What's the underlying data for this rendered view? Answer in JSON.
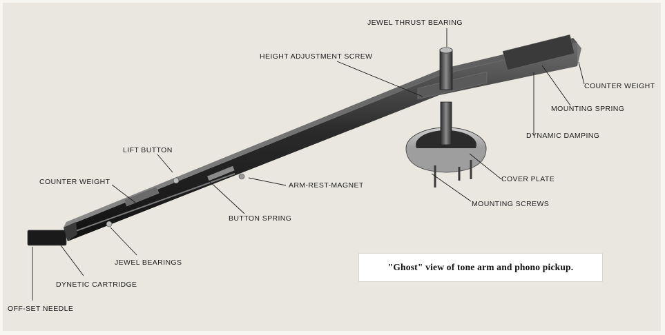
{
  "labels": {
    "jewel_thrust_bearing": "JEWEL THRUST BEARING",
    "height_adjustment_screw": "HEIGHT ADJUSTMENT SCREW",
    "counter_weight_rear": "COUNTER WEIGHT",
    "mounting_spring": "MOUNTING SPRING",
    "dynamic_damping": "DYNAMIC DAMPING",
    "cover_plate": "COVER PLATE",
    "mounting_screws": "MOUNTING SCREWS",
    "arm_rest_magnet": "ARM-REST-MAGNET",
    "button_spring": "BUTTON SPRING",
    "lift_button": "LIFT BUTTON",
    "counter_weight_front": "COUNTER WEIGHT",
    "jewel_bearings": "JEWEL BEARINGS",
    "dynetic_cartridge": "DYNETIC CARTRIDGE",
    "off_set_needle": "OFF-SET NEEDLE"
  },
  "caption": "\"Ghost\" view of tone arm and phono pickup.",
  "colors": {
    "paper": "#e9e7e0",
    "arm_dark": "#1f1f1f",
    "arm_mid": "#4a4a4a",
    "arm_light": "#9a9a9a",
    "ink": "#1b1b1b"
  }
}
